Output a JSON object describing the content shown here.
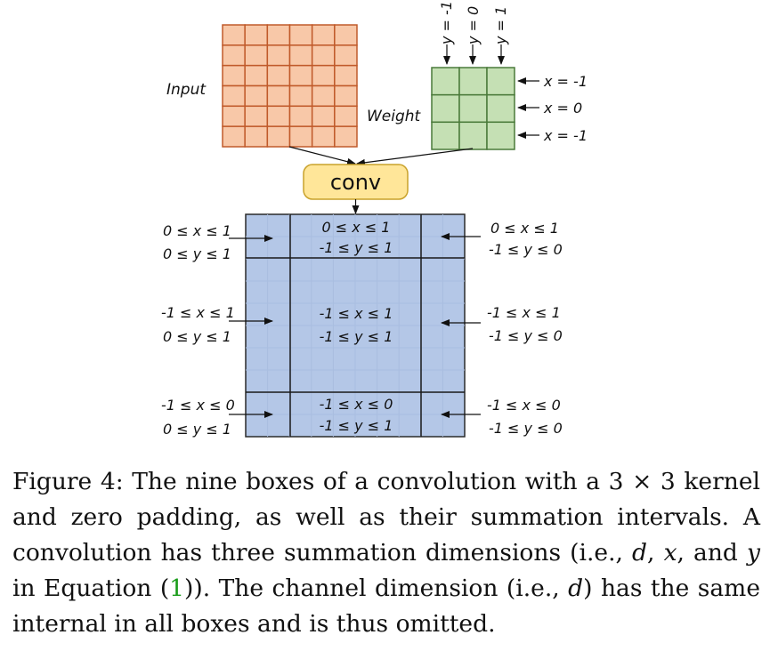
{
  "diagram": {
    "input_label": "Input",
    "weight_label": "Weight",
    "conv_label": "conv",
    "weight_col_labels": [
      "y = -1",
      "y = 0",
      "y = 1"
    ],
    "weight_row_labels": [
      "x = -1",
      "x = 0",
      "x = -1"
    ],
    "colors": {
      "input_fill": "#f8c8a8",
      "input_stroke": "#c05a2a",
      "weight_fill": "#c5e0b4",
      "weight_stroke": "#4a7a3a",
      "output_fill": "#b4c7e7",
      "output_stroke": "#2a2a2a",
      "conv_fill": "#ffe699",
      "conv_stroke": "#c9a22c"
    },
    "boxes": {
      "top_center": [
        "0 ≤ x ≤ 1",
        "-1 ≤ y ≤ 1"
      ],
      "mid_center": [
        "-1 ≤ x ≤ 1",
        "-1 ≤ y ≤ 1"
      ],
      "bot_center": [
        "-1 ≤ x ≤ 0",
        "-1 ≤ y ≤ 1"
      ],
      "top_left": [
        "0 ≤ x ≤ 1",
        "0 ≤ y ≤ 1"
      ],
      "mid_left": [
        "-1 ≤ x ≤ 1",
        "0 ≤ y ≤ 1"
      ],
      "bot_left": [
        "-1 ≤ x ≤ 0",
        "0 ≤ y ≤ 1"
      ],
      "top_right": [
        "0 ≤ x ≤ 1",
        "-1 ≤ y ≤ 0"
      ],
      "mid_right": [
        "-1 ≤ x ≤ 1",
        "-1 ≤ y ≤ 0"
      ],
      "bot_right": [
        "-1 ≤ x ≤ 0",
        "-1 ≤ y ≤ 0"
      ]
    }
  },
  "caption": {
    "figure_label": "Figure 4:",
    "part1": "The nine boxes of a convolution with a 3 × 3 kernel and zero padding, as well as their summation intervals. A convolution has three summation dimensions (i.e., ",
    "var_d": "d",
    "sep1": ", ",
    "var_x": "x",
    "sep2": ", and ",
    "var_y": "y",
    "part2": " in Equation (",
    "eq_ref": "1",
    "part3": ")). The channel dimension (i.e., ",
    "var_d2": "d",
    "part4": ") has the same internal in all boxes and is thus omitted."
  }
}
